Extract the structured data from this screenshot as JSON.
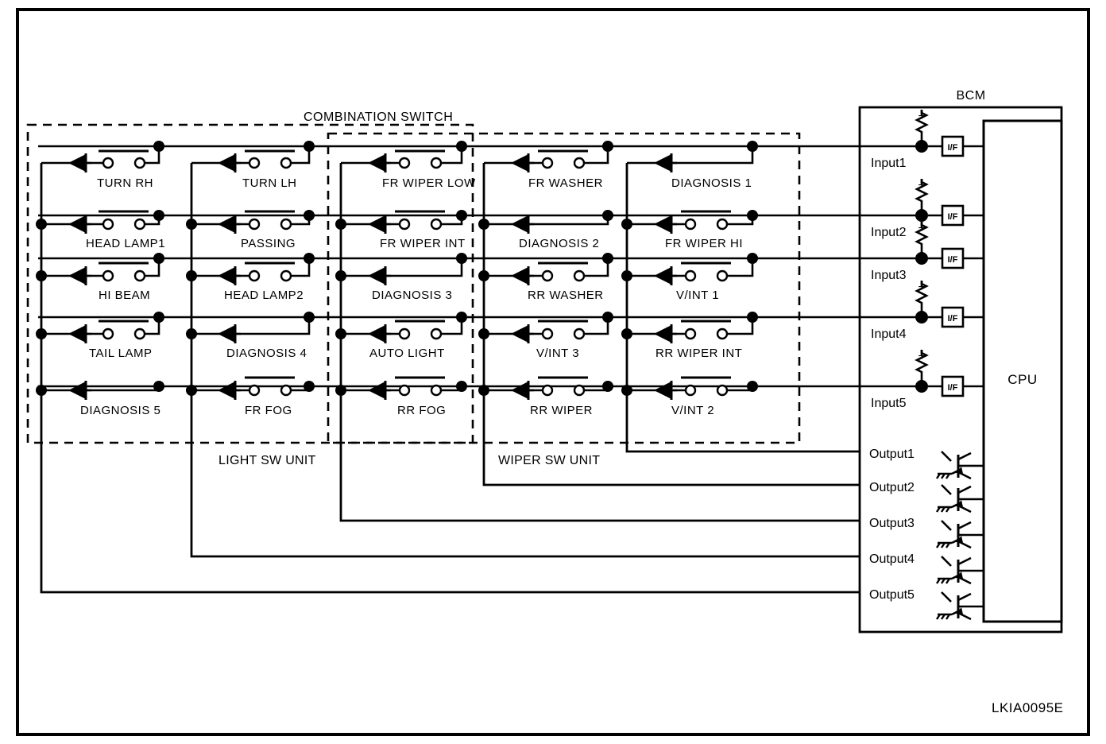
{
  "figure": {
    "id": "LKIA0095E",
    "title": "COMBINATION SWITCH",
    "type": "automotive-wiring-schematic",
    "border_color": "#000000",
    "background": "#ffffff"
  },
  "units": [
    {
      "name": "light-sw-unit",
      "label": "LIGHT SW UNIT"
    },
    {
      "name": "wiper-sw-unit",
      "label": "WIPER SW UNIT"
    }
  ],
  "bcm": {
    "label": "BCM",
    "cpu_label": "CPU",
    "interface_label": "I/F",
    "supply_symbol": "+",
    "inputs": [
      {
        "label": "Input1"
      },
      {
        "label": "Input2"
      },
      {
        "label": "Input3"
      },
      {
        "label": "Input4"
      },
      {
        "label": "Input5"
      }
    ],
    "outputs": [
      {
        "label": "Output1"
      },
      {
        "label": "Output2"
      },
      {
        "label": "Output3"
      },
      {
        "label": "Output4"
      },
      {
        "label": "Output5"
      }
    ]
  },
  "matrix": {
    "row_count": 5,
    "column_count": 5,
    "columns": [
      {
        "index": 0,
        "output": "Output5",
        "unit": "LIGHT SW UNIT"
      },
      {
        "index": 1,
        "output": "Output4",
        "unit": "LIGHT SW UNIT"
      },
      {
        "index": 2,
        "output": "Output3",
        "unit": "LIGHT SW UNIT"
      },
      {
        "index": 3,
        "output": "Output2",
        "unit": "WIPER SW UNIT"
      },
      {
        "index": 4,
        "output": "Output1",
        "unit": "WIPER SW UNIT"
      }
    ],
    "rows": [
      {
        "index": 0,
        "input": "Input1"
      },
      {
        "index": 1,
        "input": "Input2"
      },
      {
        "index": 2,
        "input": "Input3"
      },
      {
        "index": 3,
        "input": "Input4"
      },
      {
        "index": 4,
        "input": "Input5"
      }
    ],
    "switches": [
      {
        "row": 0,
        "col": 0,
        "label": "TURN RH",
        "has_contacts": true
      },
      {
        "row": 0,
        "col": 1,
        "label": "TURN LH",
        "has_contacts": true
      },
      {
        "row": 0,
        "col": 2,
        "label": "FR WIPER LOW",
        "has_contacts": true
      },
      {
        "row": 0,
        "col": 3,
        "label": "FR WASHER",
        "has_contacts": true
      },
      {
        "row": 0,
        "col": 4,
        "label": "DIAGNOSIS 1",
        "has_contacts": false
      },
      {
        "row": 1,
        "col": 0,
        "label": "HEAD LAMP1",
        "has_contacts": true
      },
      {
        "row": 1,
        "col": 1,
        "label": "PASSING",
        "has_contacts": true
      },
      {
        "row": 1,
        "col": 2,
        "label": "FR WIPER INT",
        "has_contacts": true
      },
      {
        "row": 1,
        "col": 3,
        "label": "DIAGNOSIS 2",
        "has_contacts": false
      },
      {
        "row": 1,
        "col": 4,
        "label": "FR WIPER HI",
        "has_contacts": true
      },
      {
        "row": 2,
        "col": 0,
        "label": "HI BEAM",
        "has_contacts": true
      },
      {
        "row": 2,
        "col": 1,
        "label": "HEAD LAMP2",
        "has_contacts": true
      },
      {
        "row": 2,
        "col": 2,
        "label": "DIAGNOSIS 3",
        "has_contacts": false
      },
      {
        "row": 2,
        "col": 3,
        "label": "RR WASHER",
        "has_contacts": true
      },
      {
        "row": 2,
        "col": 4,
        "label": "V/INT 1",
        "has_contacts": true
      },
      {
        "row": 3,
        "col": 0,
        "label": "TAIL LAMP",
        "has_contacts": true
      },
      {
        "row": 3,
        "col": 1,
        "label": "DIAGNOSIS 4",
        "has_contacts": false
      },
      {
        "row": 3,
        "col": 2,
        "label": "AUTO LIGHT",
        "has_contacts": true
      },
      {
        "row": 3,
        "col": 3,
        "label": "V/INT 3",
        "has_contacts": true
      },
      {
        "row": 3,
        "col": 4,
        "label": "RR WIPER INT",
        "has_contacts": true
      },
      {
        "row": 4,
        "col": 0,
        "label": "DIAGNOSIS 5",
        "has_contacts": false
      },
      {
        "row": 4,
        "col": 1,
        "label": "FR FOG",
        "has_contacts": true
      },
      {
        "row": 4,
        "col": 2,
        "label": "RR FOG",
        "has_contacts": true
      },
      {
        "row": 4,
        "col": 3,
        "label": "RR WIPER",
        "has_contacts": true
      },
      {
        "row": 4,
        "col": 4,
        "label": "V/INT 2",
        "has_contacts": true
      }
    ]
  }
}
